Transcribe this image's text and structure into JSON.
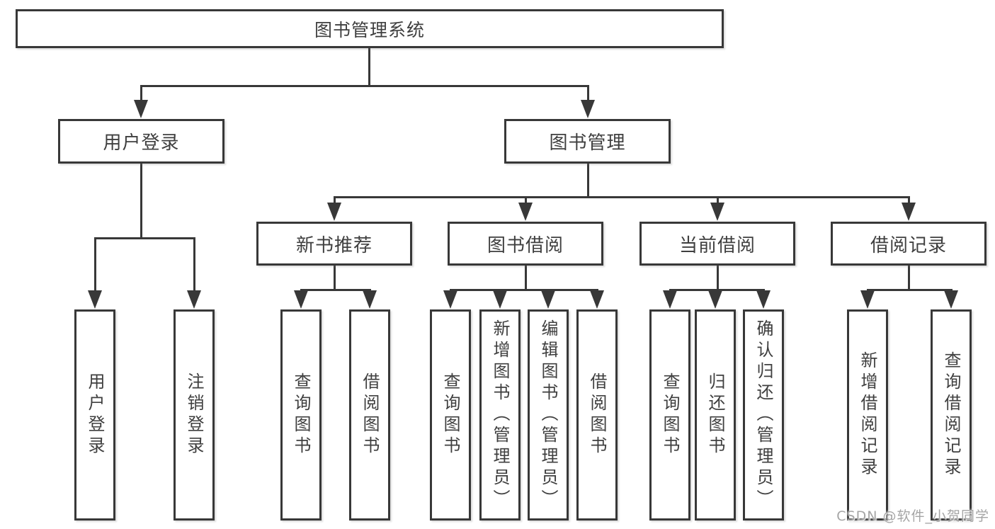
{
  "diagram": {
    "level1": {
      "root": "图书管理系统"
    },
    "level2": {
      "user_login": "用户登录",
      "book_management": "图书管理"
    },
    "level3": {
      "new_book_recommend": "新书推荐",
      "book_borrow": "图书借阅",
      "current_borrow": "当前借阅",
      "borrow_records": "借阅记录"
    },
    "leaves": {
      "user_login": "用户登录",
      "logout": "注销登录",
      "nb_query": "查询图书",
      "nb_borrow": "借阅图书",
      "bb_query": "查询图书",
      "bb_add": "新增图书（管理员）",
      "bb_edit": "编辑图书（管理员）",
      "bb_borrow": "借阅图书",
      "cb_query": "查询图书",
      "cb_return": "归还图书",
      "cb_confirm": "确认归还（管理员）",
      "br_add": "新增借阅记录",
      "br_query": "查询借阅记录"
    },
    "watermark": "CSDN @软件_小贺同学",
    "colors": {
      "line": "#383838",
      "text": "#3f3f3f",
      "watermark": "#a5a5a5",
      "background": "#ffffff"
    }
  }
}
